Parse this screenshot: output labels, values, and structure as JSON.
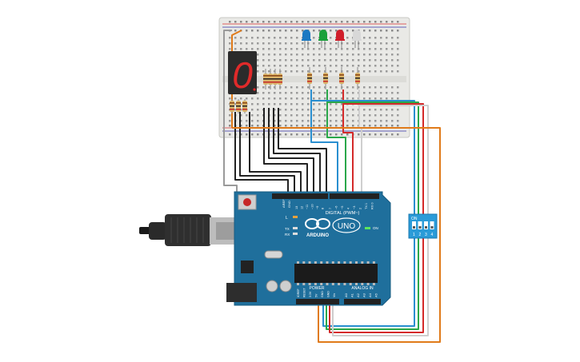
{
  "seven_segment": {
    "digit": "0"
  },
  "leds": [
    {
      "name": "blue",
      "color": "#1a78c2"
    },
    {
      "name": "green",
      "color": "#1aa03a"
    },
    {
      "name": "red",
      "color": "#d01e2a"
    },
    {
      "name": "white",
      "color": "#d8d8d8"
    }
  ],
  "board": {
    "logo_text": "ARDUINO",
    "model": "UNO",
    "digital_label": "DIGITAL (PWM~)",
    "analog_label": "ANALOG IN",
    "power_label": "POWER",
    "on_label": "ON",
    "l_label": "L",
    "tx_label": "TX",
    "rx_label": "RX",
    "aref": "AREF",
    "gnd": "GND",
    "digital_pins": [
      "13",
      "12",
      "~11",
      "~10",
      "~9",
      "8",
      "7",
      "~6",
      "~5",
      "4",
      "~3",
      "2",
      "TX 1",
      "RX 0"
    ],
    "power_pins": [
      "IOREF",
      "RESET",
      "3.3V",
      "5V",
      "GND",
      "GND",
      "Vin"
    ],
    "analog_pins": [
      "A0",
      "A1",
      "A2",
      "A3",
      "A4",
      "A5"
    ],
    "color": "#1f6f9c"
  },
  "dip_switch": {
    "on_label": "ON",
    "numbers": [
      "1",
      "2",
      "3",
      "4"
    ],
    "color": "#2a9bd8"
  },
  "wire_colors": {
    "orange": "#e07b1a",
    "blue": "#2a8fd0",
    "green": "#2aa84a",
    "red": "#d42a2a",
    "white": "#cfcfcf",
    "black": "#222222",
    "gray": "#9a9a9a"
  }
}
